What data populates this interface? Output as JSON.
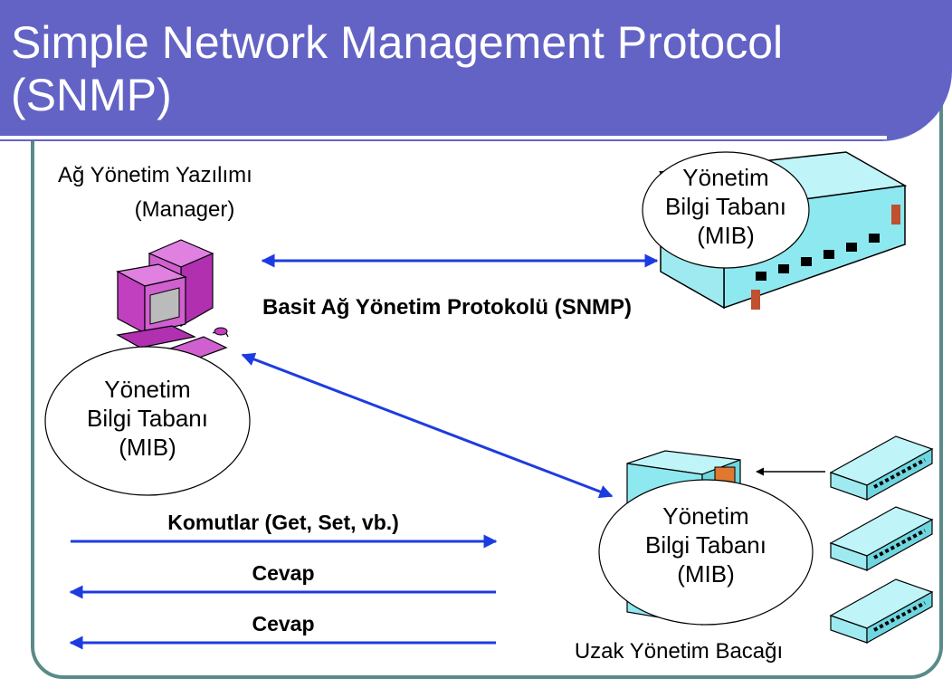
{
  "slide": {
    "title": "Simple Network Management Protocol (SNMP)"
  },
  "manager": {
    "label_line1": "Ağ Yönetim Yazılımı",
    "label_line2": "(Manager)"
  },
  "mib": {
    "line1": "Yönetim",
    "line2": "Bilgi Tabanı",
    "line3": "(MIB)"
  },
  "protocol_label": "Basit Ağ Yönetim Protokolü (SNMP)",
  "messages": [
    {
      "label": "Komutlar (Get, Set, vb.)",
      "direction": "right"
    },
    {
      "label": "Cevap",
      "direction": "left"
    },
    {
      "label": "Cevap",
      "direction": "left"
    }
  ],
  "agent_label": "Uzak Yönetim Bacağı",
  "colors": {
    "title_band": "#6363c6",
    "frame": "#5a8a8a",
    "arrow": "#1c3ce0",
    "computer": "#c040c0",
    "device": "#8ee8f0"
  }
}
